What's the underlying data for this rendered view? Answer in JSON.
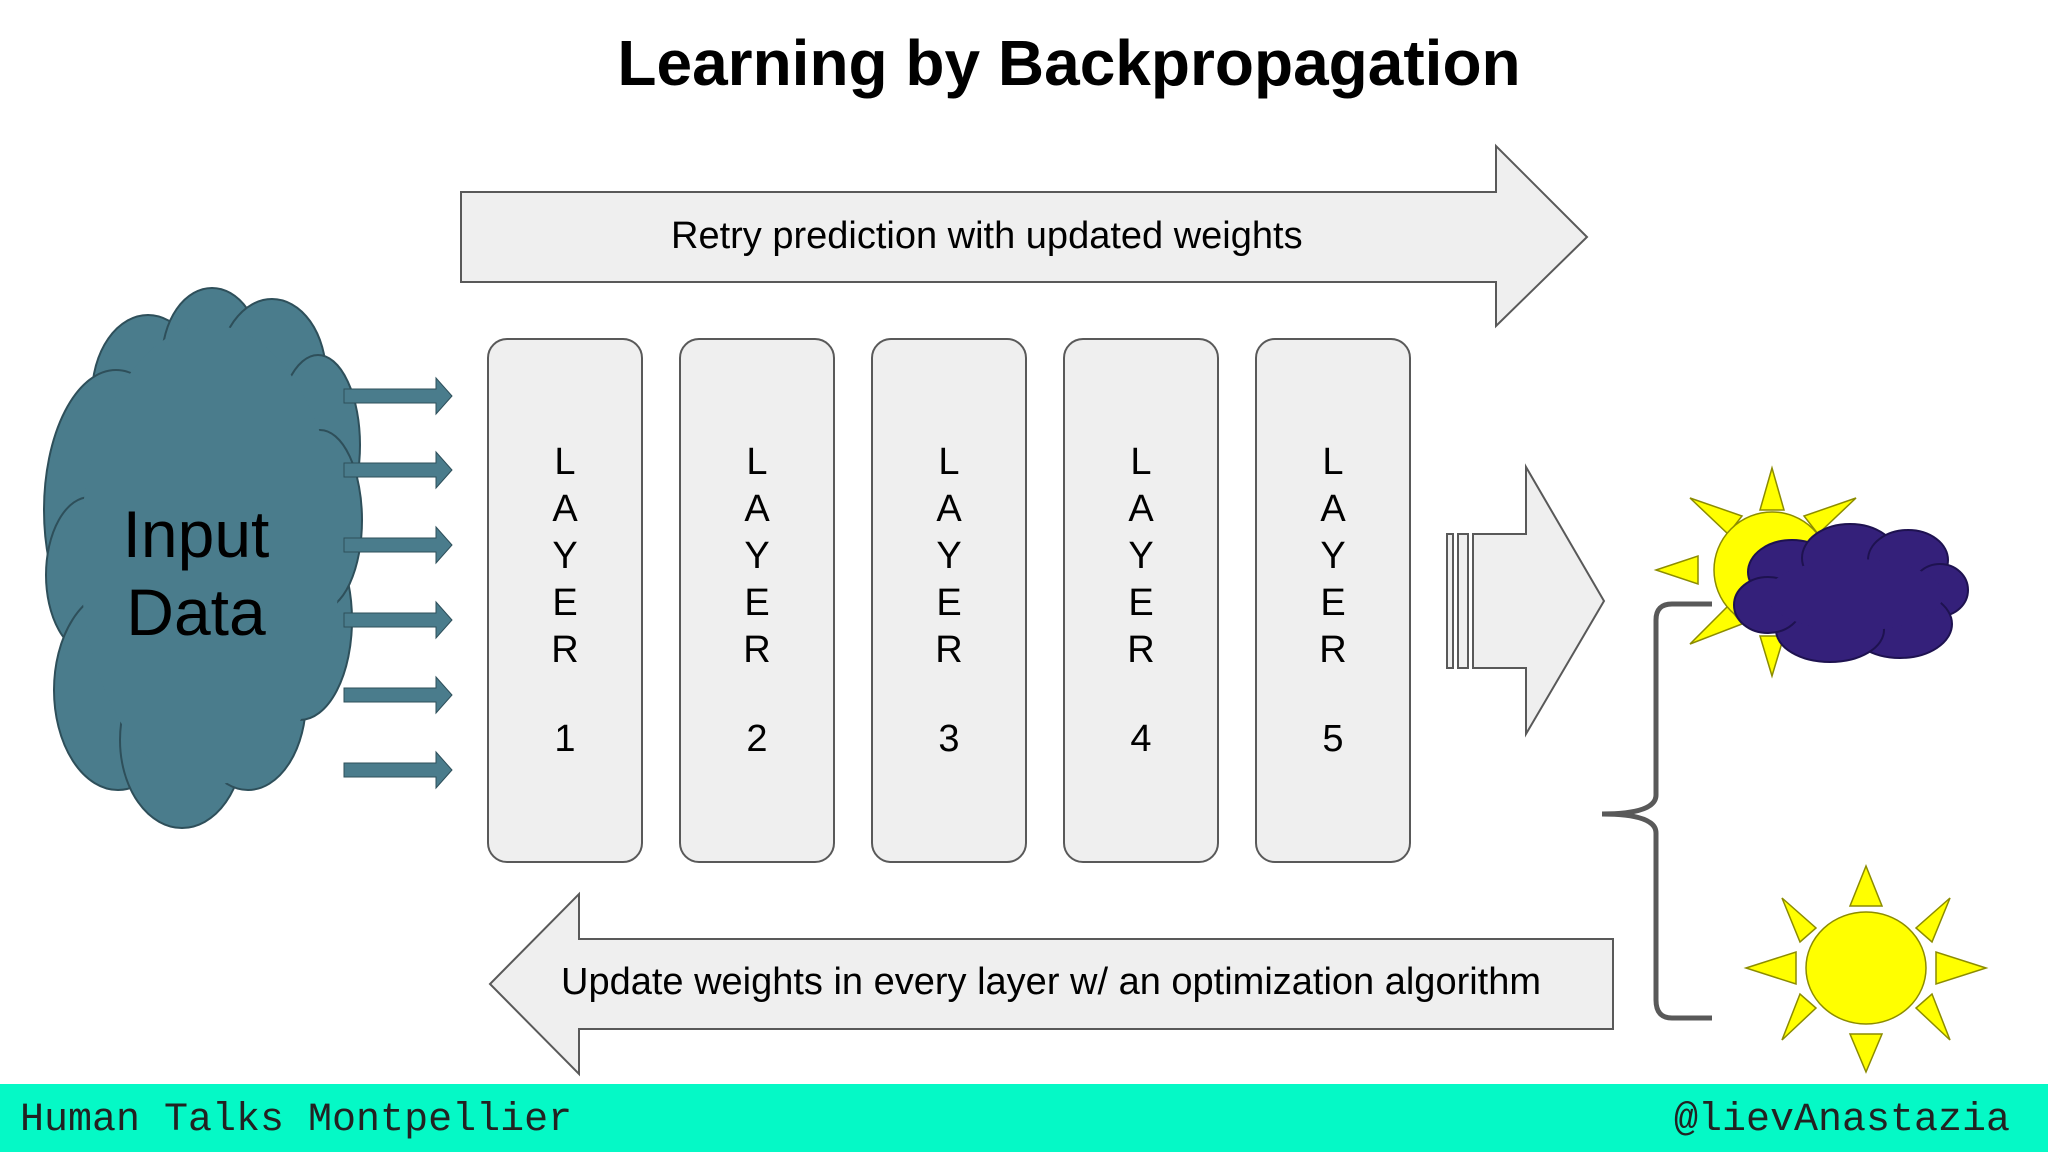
{
  "title": "Learning by Backpropagation",
  "forward_arrow": {
    "label": "Retry prediction with updated weights"
  },
  "backward_arrow": {
    "label": "Update weights in every layer w/ an optimization algorithm"
  },
  "input_cloud": {
    "line1": "Input",
    "line2": "Data",
    "color": "#4a7c8c"
  },
  "layers": [
    {
      "letters": [
        "L",
        "A",
        "Y",
        "E",
        "R"
      ],
      "number": "1"
    },
    {
      "letters": [
        "L",
        "A",
        "Y",
        "E",
        "R"
      ],
      "number": "2"
    },
    {
      "letters": [
        "L",
        "A",
        "Y",
        "E",
        "R"
      ],
      "number": "3"
    },
    {
      "letters": [
        "L",
        "A",
        "Y",
        "E",
        "R"
      ],
      "number": "4"
    },
    {
      "letters": [
        "L",
        "A",
        "Y",
        "E",
        "R"
      ],
      "number": "5"
    }
  ],
  "outputs": [
    {
      "icon": "sun-behind-cloud-icon"
    },
    {
      "icon": "sun-icon"
    }
  ],
  "footer": {
    "left": "Human Talks Montpellier",
    "right": "@lievAnastazia",
    "color": "#05f9c6"
  },
  "colors": {
    "sun": "#ffff00",
    "storm_cloud": "#34207a",
    "arrow_fill": "#efefef",
    "small_arrows": "#4a7c8c"
  }
}
